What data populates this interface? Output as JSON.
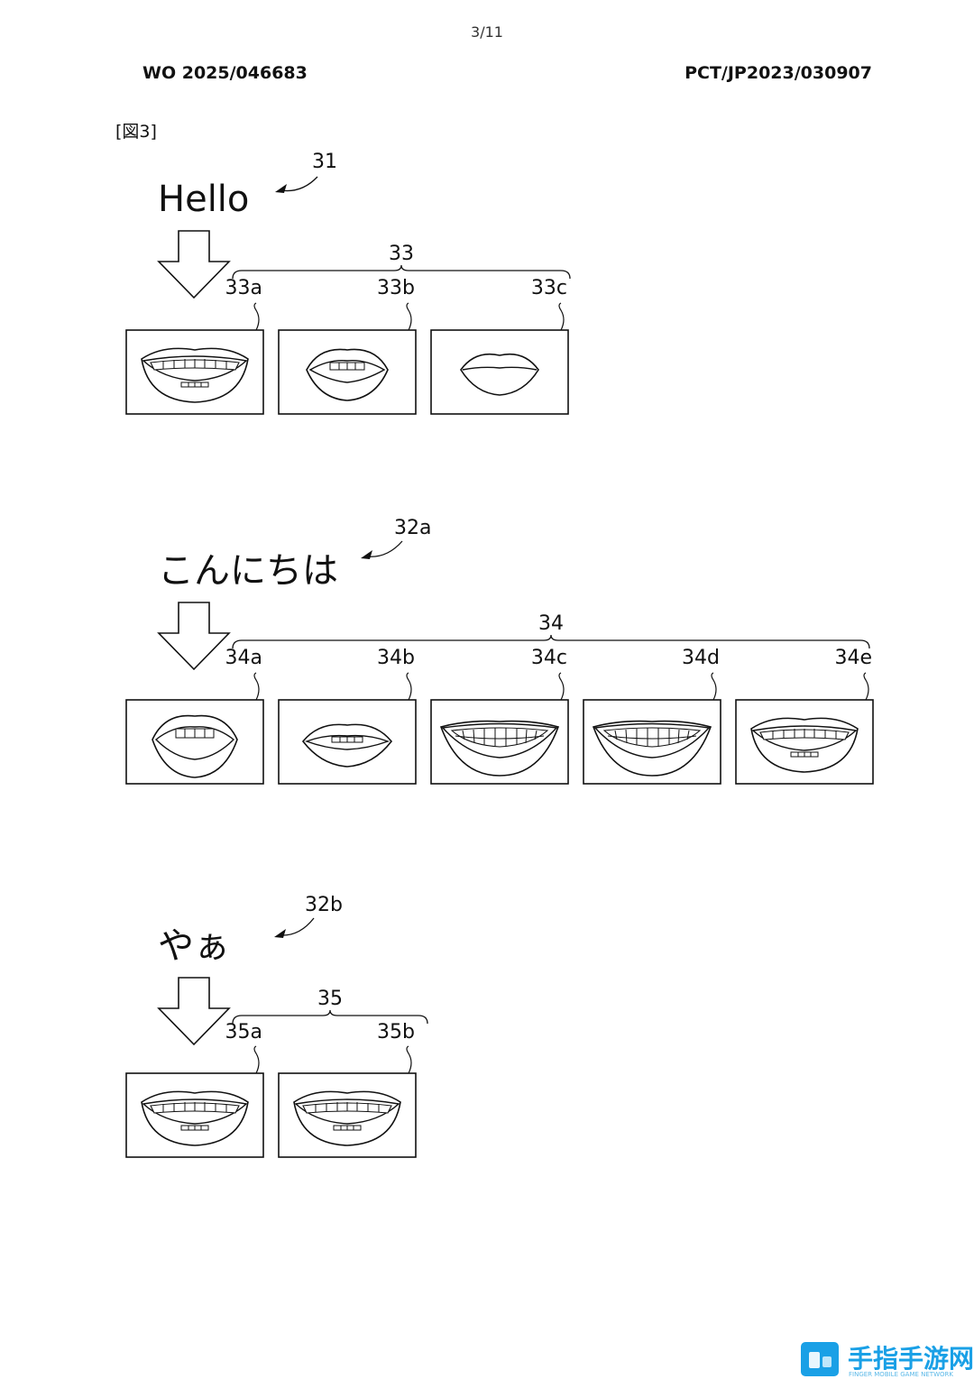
{
  "header": {
    "page_number": "3/11",
    "publication_number": "WO 2025/046683",
    "application_number": "PCT/JP2023/030907"
  },
  "figure": {
    "label": "[図3]",
    "groups": [
      {
        "word": "Hello",
        "word_ref": "31",
        "sequence_ref": "33",
        "frames": [
          {
            "ref": "33a",
            "mouth": "wide-smile"
          },
          {
            "ref": "33b",
            "mouth": "open-small"
          },
          {
            "ref": "33c",
            "mouth": "closed"
          }
        ]
      },
      {
        "word": "こんにちは",
        "word_ref": "32a",
        "sequence_ref": "34",
        "frames": [
          {
            "ref": "34a",
            "mouth": "open-round"
          },
          {
            "ref": "34b",
            "mouth": "slightly-open"
          },
          {
            "ref": "34c",
            "mouth": "wide-grin"
          },
          {
            "ref": "34d",
            "mouth": "wide-grin"
          },
          {
            "ref": "34e",
            "mouth": "wide-smile"
          }
        ]
      },
      {
        "word": "やぁ",
        "word_ref": "32b",
        "sequence_ref": "35",
        "frames": [
          {
            "ref": "35a",
            "mouth": "wide-smile"
          },
          {
            "ref": "35b",
            "mouth": "wide-smile"
          }
        ]
      }
    ]
  },
  "watermark": {
    "text": "手指手游网",
    "subtext": "FINGER MOBILE GAME NETWORK",
    "color": "#1aa0e6"
  }
}
